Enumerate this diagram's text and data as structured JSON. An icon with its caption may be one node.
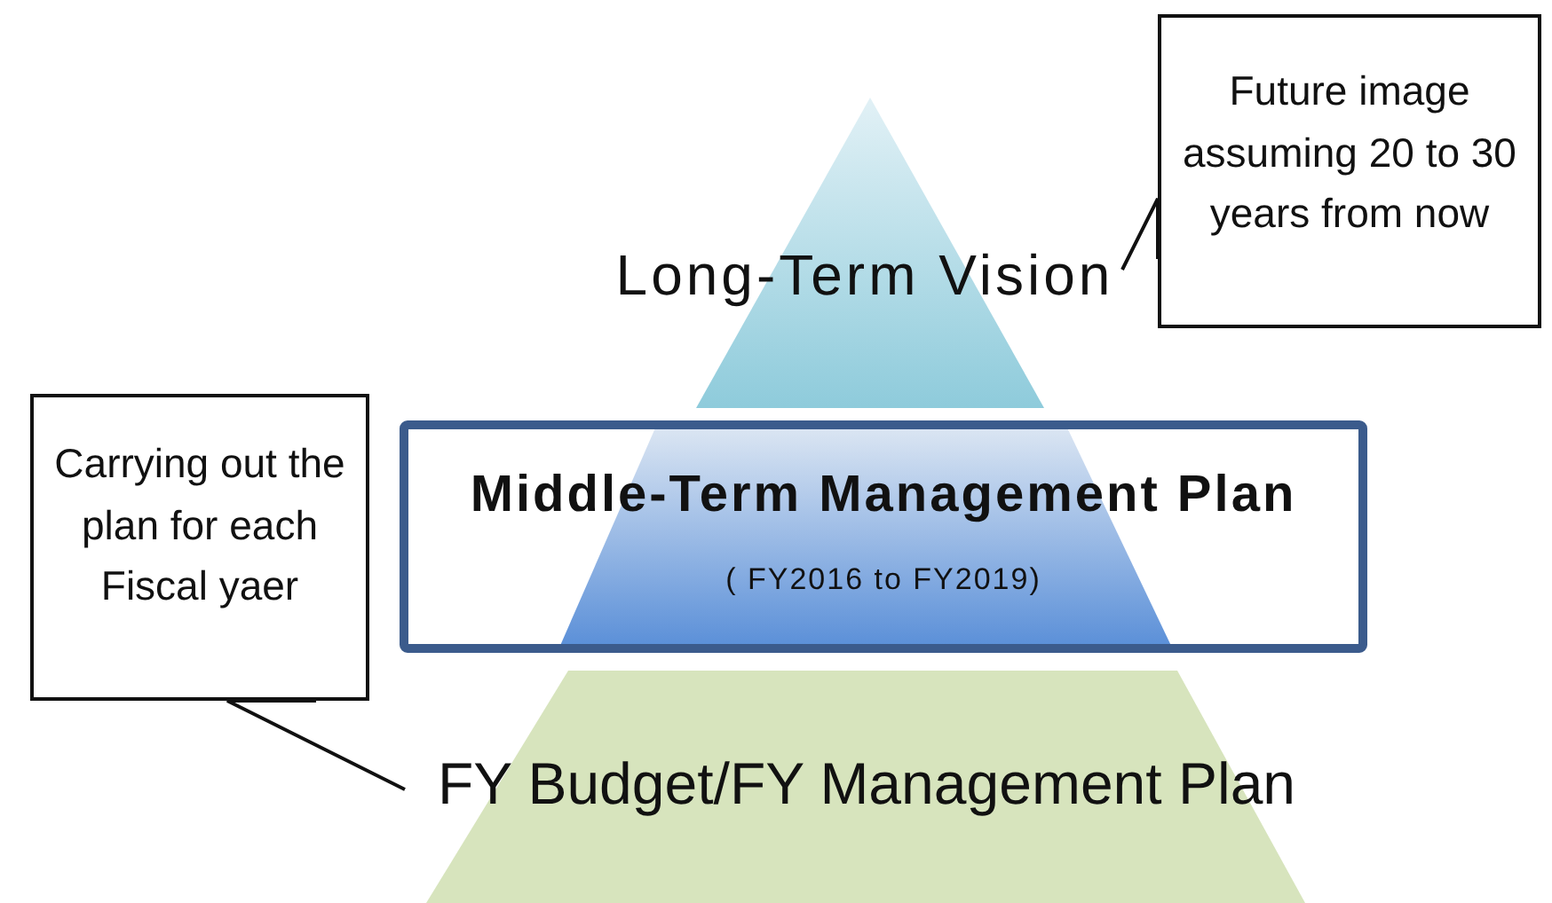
{
  "diagram": {
    "nodes": [
      {
        "text": [
          "Long-Term Vision"
        ]
      },
      {
        "text": [
          "Middle-Term Management Plan",
          "( FY2016 to FY2019)"
        ]
      },
      {
        "text": [
          "FY Budget/FY Management Plan"
        ]
      },
      {
        "text": [
          "Future image assuming 20 to 30 years from now"
        ]
      },
      {
        "text": [
          "Carrying out the plan for each Fiscal yaer"
        ]
      }
    ],
    "edges": [
      {
        "from": 3,
        "to": 0,
        "arrow": "none"
      },
      {
        "from": 4,
        "to": 2,
        "arrow": "none"
      }
    ]
  }
}
